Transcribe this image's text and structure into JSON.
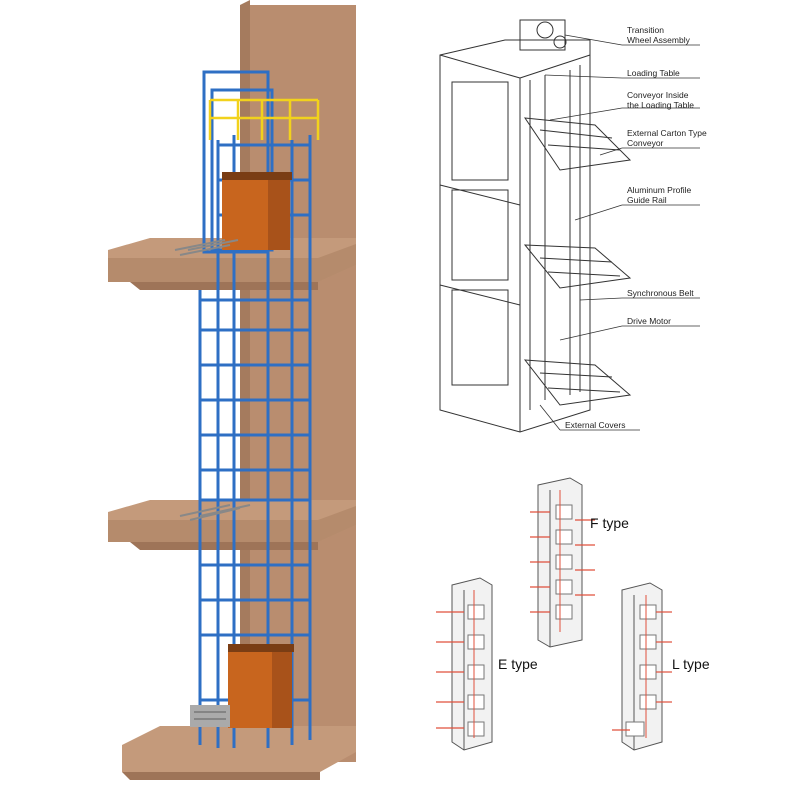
{
  "callouts": [
    {
      "id": "transition",
      "text": "Transition\nWheel  Assembly"
    },
    {
      "id": "loading",
      "text": "Loading Table"
    },
    {
      "id": "conveyor_inside",
      "text": "Conveyor Inside\nthe Loading Table"
    },
    {
      "id": "external_carton",
      "text": "External Carton Type\nConveyor"
    },
    {
      "id": "guide_rail",
      "text": "Aluminum Profile\nGuide Rail"
    },
    {
      "id": "belt",
      "text": "Synchronous Belt"
    },
    {
      "id": "motor",
      "text": "Drive Motor"
    },
    {
      "id": "covers",
      "text": "External Covers"
    }
  ],
  "types": {
    "f": "F type",
    "e": "E type",
    "l": "L type"
  },
  "colors": {
    "wall": "#b98d6f",
    "wall_dark": "#9e7458",
    "frame": "#2e6fc4",
    "guard": "#f2d21c",
    "cabin": "#c8651e",
    "arrow": "#e0503c",
    "line": "#333333"
  }
}
